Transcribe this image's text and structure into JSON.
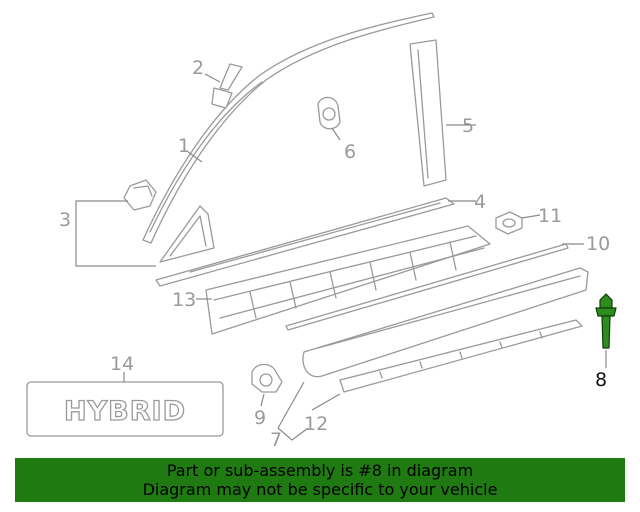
{
  "callouts": {
    "c1": "1",
    "c2": "2",
    "c3": "3",
    "c4": "4",
    "c5": "5",
    "c6": "6",
    "c7": "7",
    "c8": "8",
    "c9": "9",
    "c10": "10",
    "c11": "11",
    "c12": "12",
    "c13": "13",
    "c14": "14"
  },
  "emblem_text": "HYBRID",
  "highlighted_part": "8",
  "banner": {
    "line1": "Part or sub-assembly is #8 in diagram",
    "line2": "Diagram may not be specific to your vehicle"
  },
  "colors": {
    "banner_bg": "#1f7a12",
    "highlight": "#2e8b1e",
    "linework": "#9a9a9a"
  }
}
